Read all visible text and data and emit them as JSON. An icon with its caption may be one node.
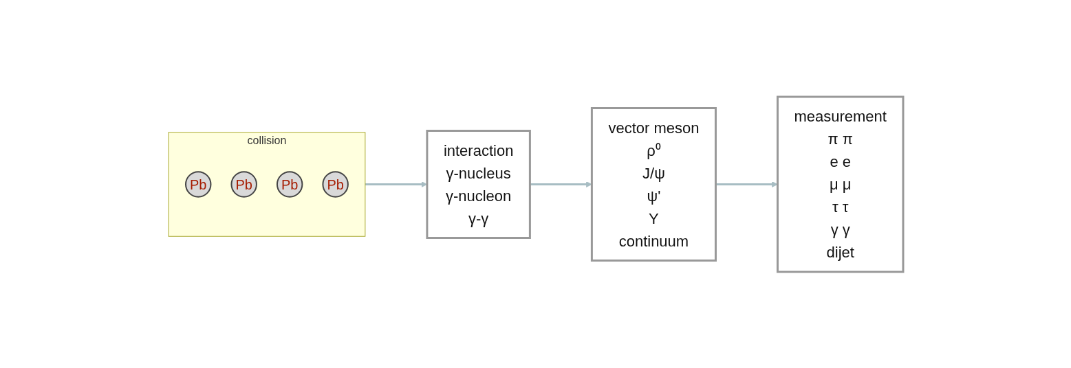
{
  "diagram": {
    "nodes": [
      {
        "text": [
          "collision"
        ]
      },
      {
        "text": [
          "Pb"
        ],
        "in": 0
      },
      {
        "text": [
          "Pb"
        ],
        "in": 0
      },
      {
        "text": [
          "Pb"
        ],
        "in": 0
      },
      {
        "text": [
          "Pb"
        ],
        "in": 0
      },
      {
        "text": [
          "interaction",
          "γ-nucleus",
          "γ-nucleon",
          "γ-γ"
        ]
      },
      {
        "text": [
          "vector meson",
          "ρ⁰",
          "J/ψ",
          "ψ'",
          "Υ",
          "continuum"
        ]
      },
      {
        "text": [
          "measurement",
          "π π",
          "e e",
          "μ μ",
          "τ τ",
          "γ γ",
          "dijet"
        ]
      }
    ],
    "edges": [
      {
        "from": 0,
        "to": 5,
        "arrow": "to",
        "color": "#a7bdc3"
      },
      {
        "from": 5,
        "to": 6,
        "arrow": "to",
        "color": "#a7bdc3"
      },
      {
        "from": 6,
        "to": 7,
        "arrow": "to",
        "color": "#a7bdc3"
      }
    ]
  }
}
